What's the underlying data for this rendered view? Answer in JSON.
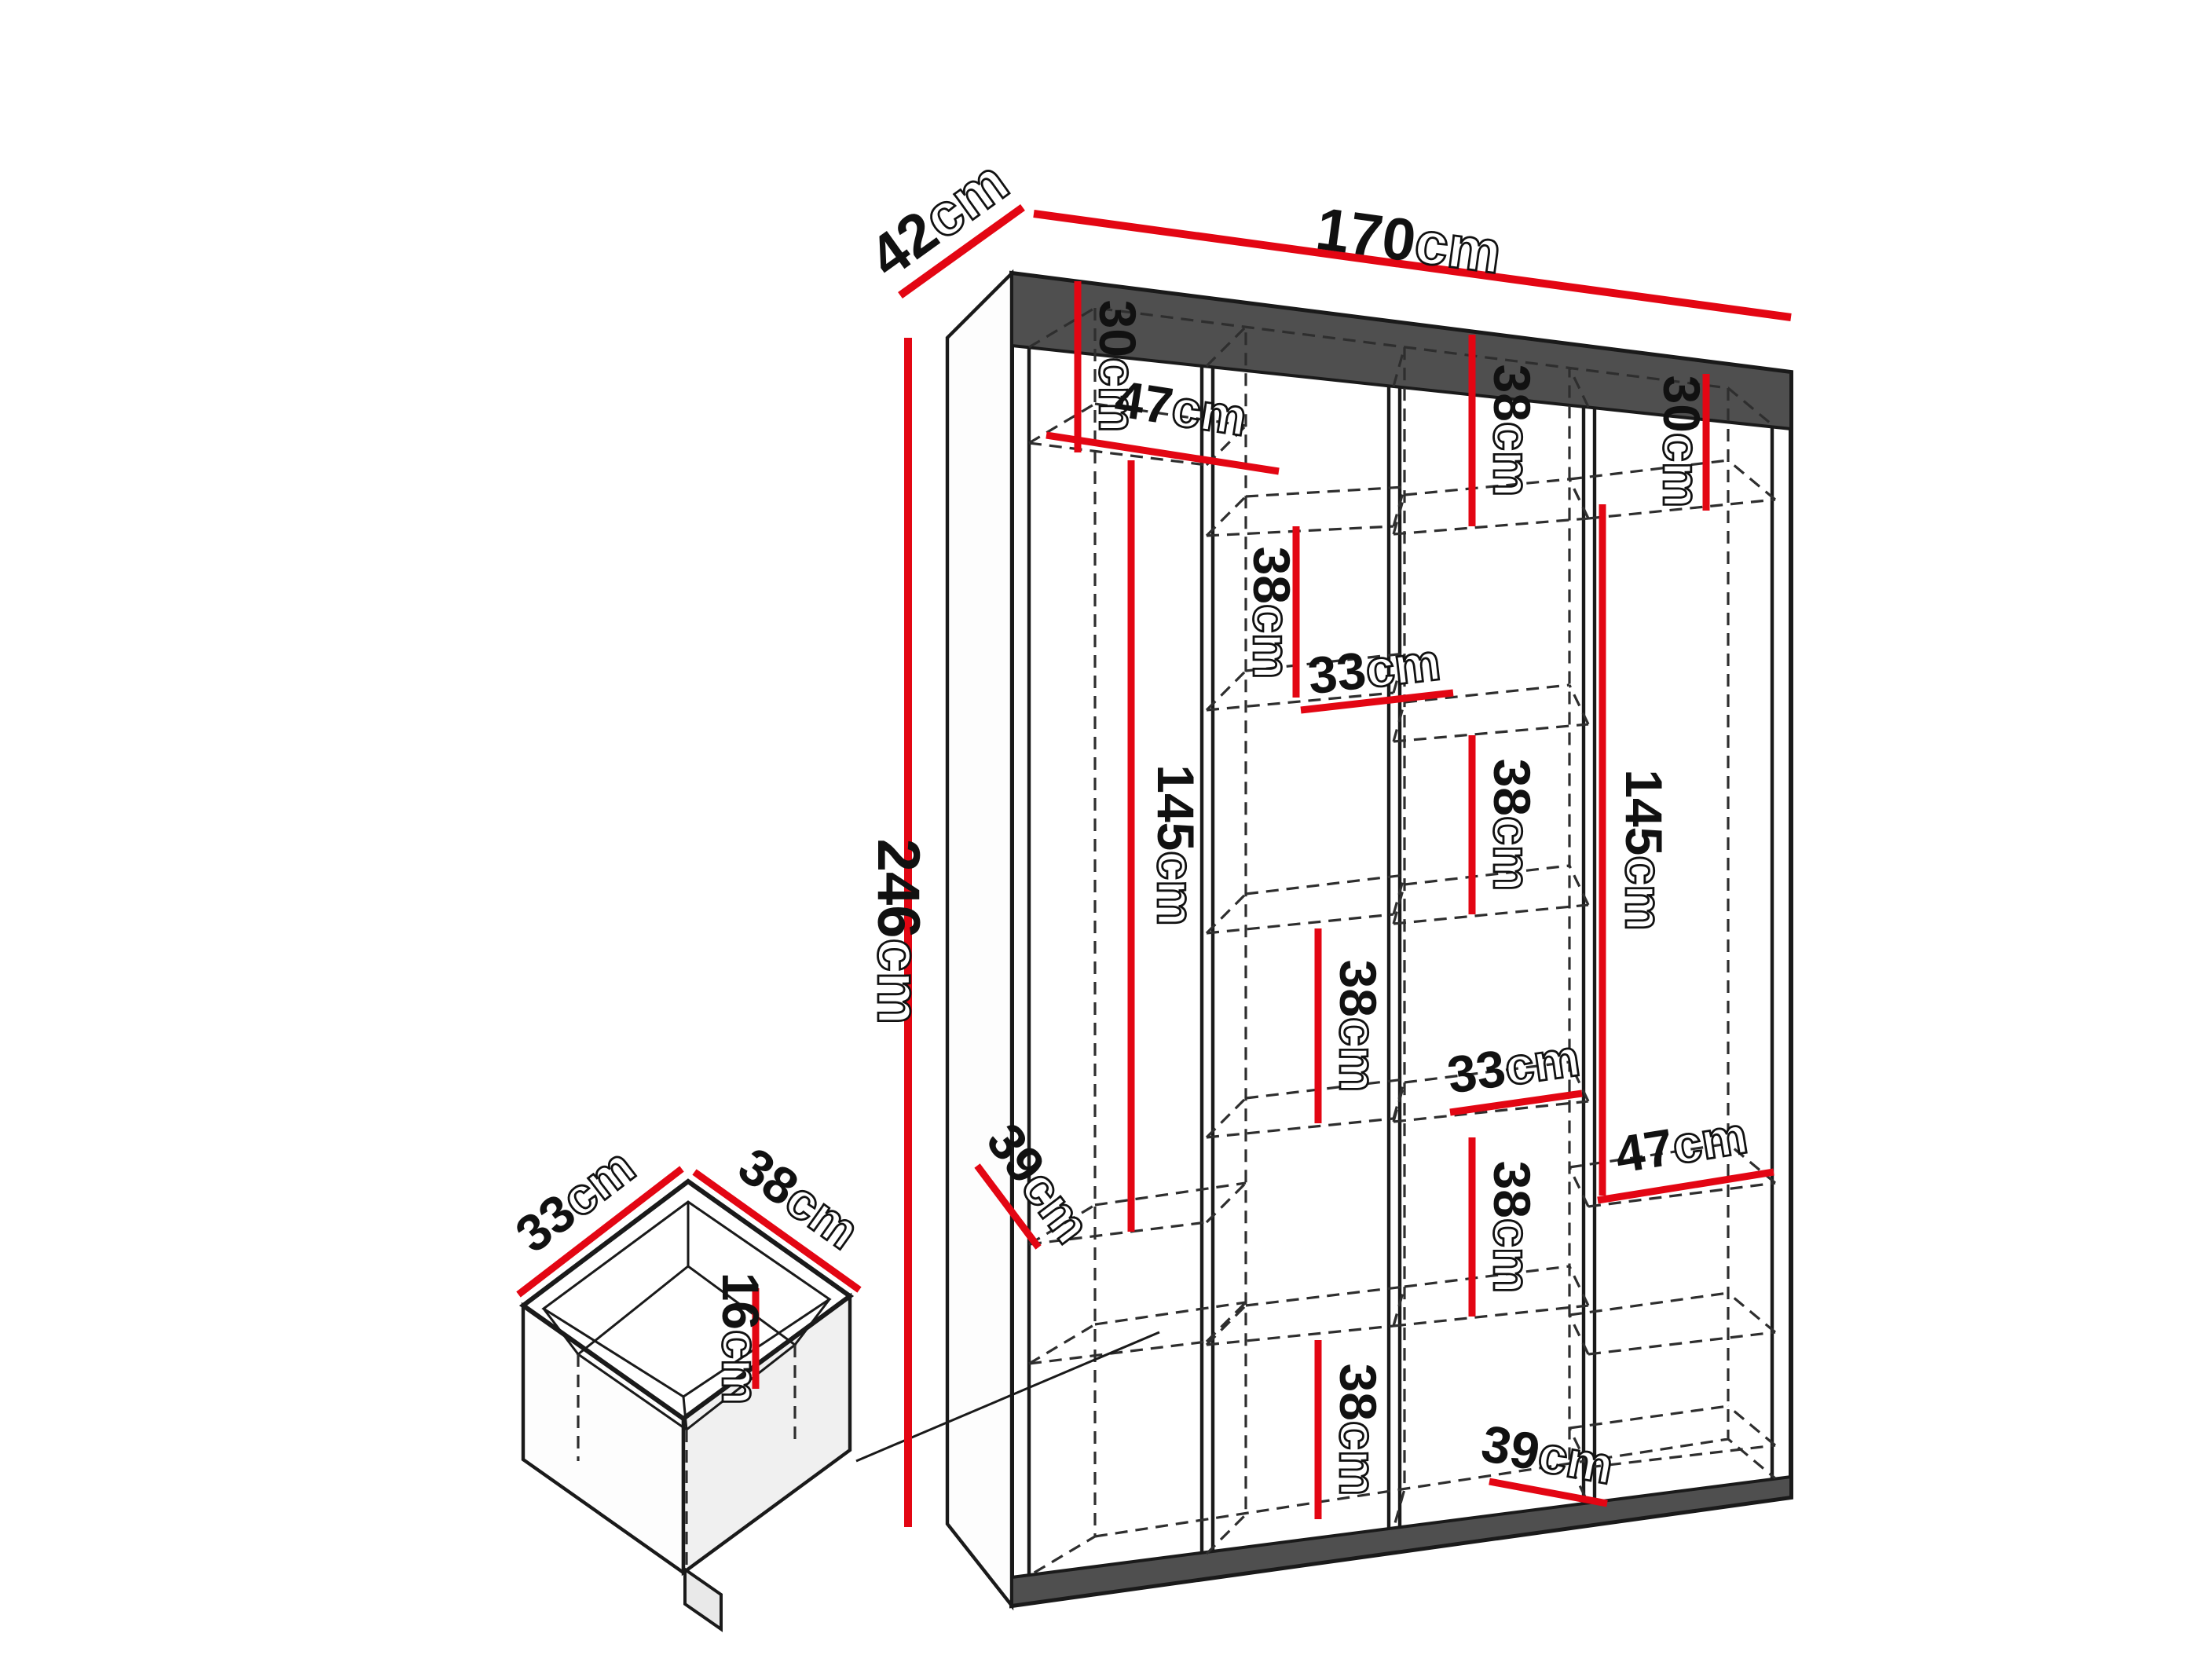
{
  "colors": {
    "red": "#e30613",
    "dark": "#4f4f4f",
    "line": "#1a1a1a",
    "bg": "#ffffff"
  },
  "overall": {
    "width": {
      "value": "170",
      "unit": "cm"
    },
    "depth": {
      "value": "42",
      "unit": "cm"
    },
    "height": {
      "value": "246",
      "unit": "cm"
    }
  },
  "wardrobe": {
    "labels": {
      "s1_top_h": {
        "value": "30",
        "unit": "cm"
      },
      "s1_top_w": {
        "value": "47",
        "unit": "cm"
      },
      "s1_hang_h": {
        "value": "145",
        "unit": "cm"
      },
      "s1_bottom_d": {
        "value": "39",
        "unit": "cm"
      },
      "s2_h1": {
        "value": "38",
        "unit": "cm"
      },
      "s2_w": {
        "value": "33",
        "unit": "cm"
      },
      "s2_h2": {
        "value": "38",
        "unit": "cm"
      },
      "s2_h3": {
        "value": "38",
        "unit": "cm"
      },
      "s3_h1": {
        "value": "38",
        "unit": "cm"
      },
      "s3_h2": {
        "value": "38",
        "unit": "cm"
      },
      "s3_w": {
        "value": "33",
        "unit": "cm"
      },
      "s3_h3": {
        "value": "38",
        "unit": "cm"
      },
      "s3_bottom_d": {
        "value": "39",
        "unit": "cm"
      },
      "s4_top_h": {
        "value": "30",
        "unit": "cm"
      },
      "s4_hang_h": {
        "value": "145",
        "unit": "cm"
      },
      "s4_w": {
        "value": "47",
        "unit": "cm"
      }
    }
  },
  "drawer": {
    "labels": {
      "depth": {
        "value": "33",
        "unit": "cm"
      },
      "width": {
        "value": "38",
        "unit": "cm"
      },
      "height": {
        "value": "16",
        "unit": "cm"
      }
    }
  }
}
